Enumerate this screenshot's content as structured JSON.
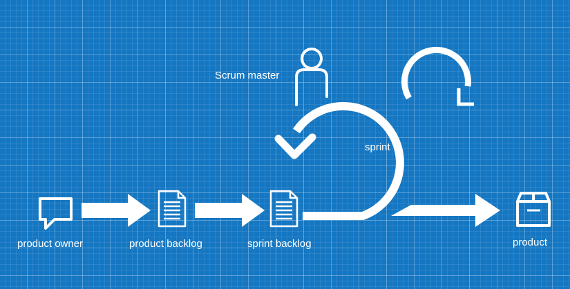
{
  "diagram": {
    "labels": {
      "product_owner": "product owner",
      "product_backlog": "product backlog",
      "sprint_backlog": "sprint backlog",
      "scrum_master": "Scrum master",
      "sprint": "sprint",
      "product": "product"
    },
    "icons": {
      "product_owner": "speech-bubble-icon",
      "product_backlog": "document-icon",
      "sprint_backlog": "document-icon",
      "scrum_master": "person-icon",
      "product": "box-icon",
      "daily_cycle": "circular-arrow-icon",
      "sprint_cycle": "spiral-arrow-icon"
    },
    "colors": {
      "background": "#1577c2",
      "foreground": "#ffffff"
    }
  }
}
